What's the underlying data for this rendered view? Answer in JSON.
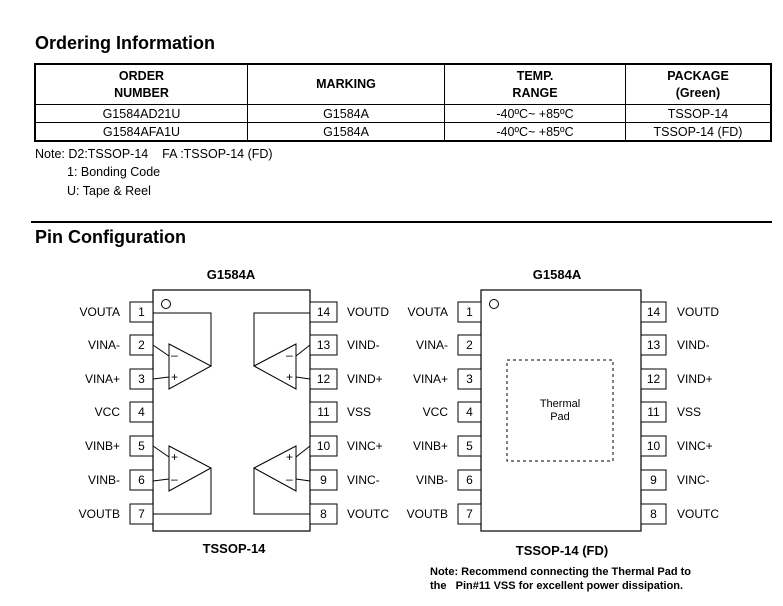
{
  "ordering": {
    "title": "Ordering Information",
    "headers": {
      "order_l1": "ORDER",
      "order_l2": "NUMBER",
      "marking": "MARKING",
      "temp_l1": "TEMP.",
      "temp_l2": "RANGE",
      "pkg_l1": "PACKAGE",
      "pkg_l2": "(Green)"
    },
    "rows": [
      {
        "order": "G1584AD21U",
        "marking": "G1584A",
        "temp": "-40ºC~ +85ºC",
        "package": "TSSOP-14"
      },
      {
        "order": "G1584AFA1U",
        "marking": "G1584A",
        "temp": "-40ºC~ +85ºC",
        "package": "TSSOP-14 (FD)"
      }
    ],
    "note_line1": "Note: D2:TSSOP-14    FA :TSSOP-14 (FD)",
    "note_line2": "1: Bonding Code",
    "note_line3": "U: Tape & Reel"
  },
  "pin_config": {
    "title": "Pin Configuration",
    "left_chip": {
      "part": "G1584A",
      "package": "TSSOP-14",
      "left_pins": [
        {
          "name": "VOUTA",
          "num": "1"
        },
        {
          "name": "VINA-",
          "num": "2"
        },
        {
          "name": "VINA+",
          "num": "3"
        },
        {
          "name": "VCC",
          "num": "4"
        },
        {
          "name": "VINB+",
          "num": "5"
        },
        {
          "name": "VINB-",
          "num": "6"
        },
        {
          "name": "VOUTB",
          "num": "7"
        }
      ],
      "right_pins": [
        {
          "name": "VOUTD",
          "num": "14"
        },
        {
          "name": "VIND-",
          "num": "13"
        },
        {
          "name": "VIND+",
          "num": "12"
        },
        {
          "name": "VSS",
          "num": "11"
        },
        {
          "name": "VINC+",
          "num": "10"
        },
        {
          "name": "VINC-",
          "num": "9"
        },
        {
          "name": "VOUTC",
          "num": "8"
        }
      ]
    },
    "right_chip": {
      "part": "G1584A",
      "package": "TSSOP-14 (FD)",
      "pad_l1": "Thermal",
      "pad_l2": "Pad",
      "left_pins": [
        {
          "name": "VOUTA",
          "num": "1"
        },
        {
          "name": "VINA-",
          "num": "2"
        },
        {
          "name": "VINA+",
          "num": "3"
        },
        {
          "name": "VCC",
          "num": "4"
        },
        {
          "name": "VINB+",
          "num": "5"
        },
        {
          "name": "VINB-",
          "num": "6"
        },
        {
          "name": "VOUTB",
          "num": "7"
        }
      ],
      "right_pins": [
        {
          "name": "VOUTD",
          "num": "14"
        },
        {
          "name": "VIND-",
          "num": "13"
        },
        {
          "name": "VIND+",
          "num": "12"
        },
        {
          "name": "VSS",
          "num": "11"
        },
        {
          "name": "VINC+",
          "num": "10"
        },
        {
          "name": "VINC-",
          "num": "9"
        },
        {
          "name": "VOUTC",
          "num": "8"
        }
      ]
    },
    "note_line1": "Note: Recommend connecting the Thermal Pad to",
    "note_line2": "the   Pin#11 VSS for excellent power dissipation."
  }
}
